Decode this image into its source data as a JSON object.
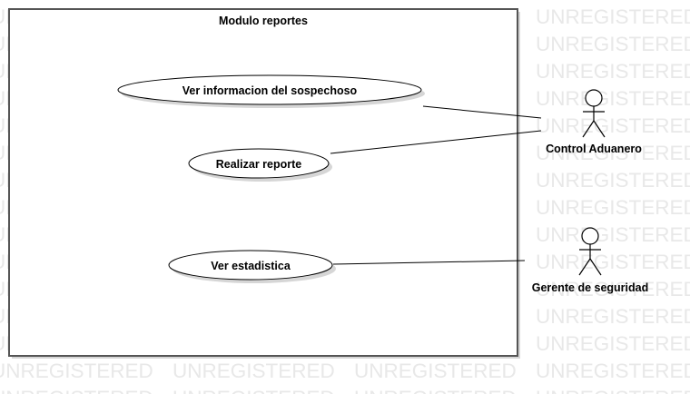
{
  "watermark": "UNREGISTERED",
  "system": {
    "title": "Modulo reportes"
  },
  "use_cases": [
    {
      "id": "uc-ver-informacion",
      "label": "Ver informacion del sospechoso"
    },
    {
      "id": "uc-realizar-reporte",
      "label": "Realizar reporte"
    },
    {
      "id": "uc-ver-estadistica",
      "label": "Ver estadistica"
    }
  ],
  "actors": [
    {
      "id": "actor-control-aduanero",
      "label": "Control Aduanero"
    },
    {
      "id": "actor-gerente-seguridad",
      "label": "Gerente de seguridad"
    }
  ],
  "associations": [
    {
      "use_case": "uc-ver-informacion",
      "actor": "actor-control-aduanero"
    },
    {
      "use_case": "uc-realizar-reporte",
      "actor": "actor-control-aduanero"
    },
    {
      "use_case": "uc-ver-estadistica",
      "actor": "actor-gerente-seguridad"
    }
  ]
}
